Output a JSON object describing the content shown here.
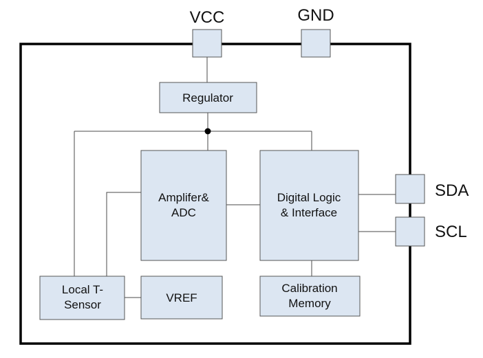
{
  "pins": {
    "vcc": "VCC",
    "gnd": "GND",
    "sda": "SDA",
    "scl": "SCL"
  },
  "blocks": {
    "regulator": [
      "Regulator"
    ],
    "amp_adc": [
      "Amplifer&",
      "ADC"
    ],
    "digital_logic": [
      "Digital Logic",
      "& Interface"
    ],
    "local_sensor": [
      "Local T-",
      "Sensor"
    ],
    "vref": [
      "VREF"
    ],
    "calibration_memory": [
      "Calibration",
      "Memory"
    ]
  },
  "colors": {
    "block_fill": "#dce6f2",
    "block_border": "#555555",
    "chip_border": "#000000",
    "wire": "#4a4a4a"
  }
}
